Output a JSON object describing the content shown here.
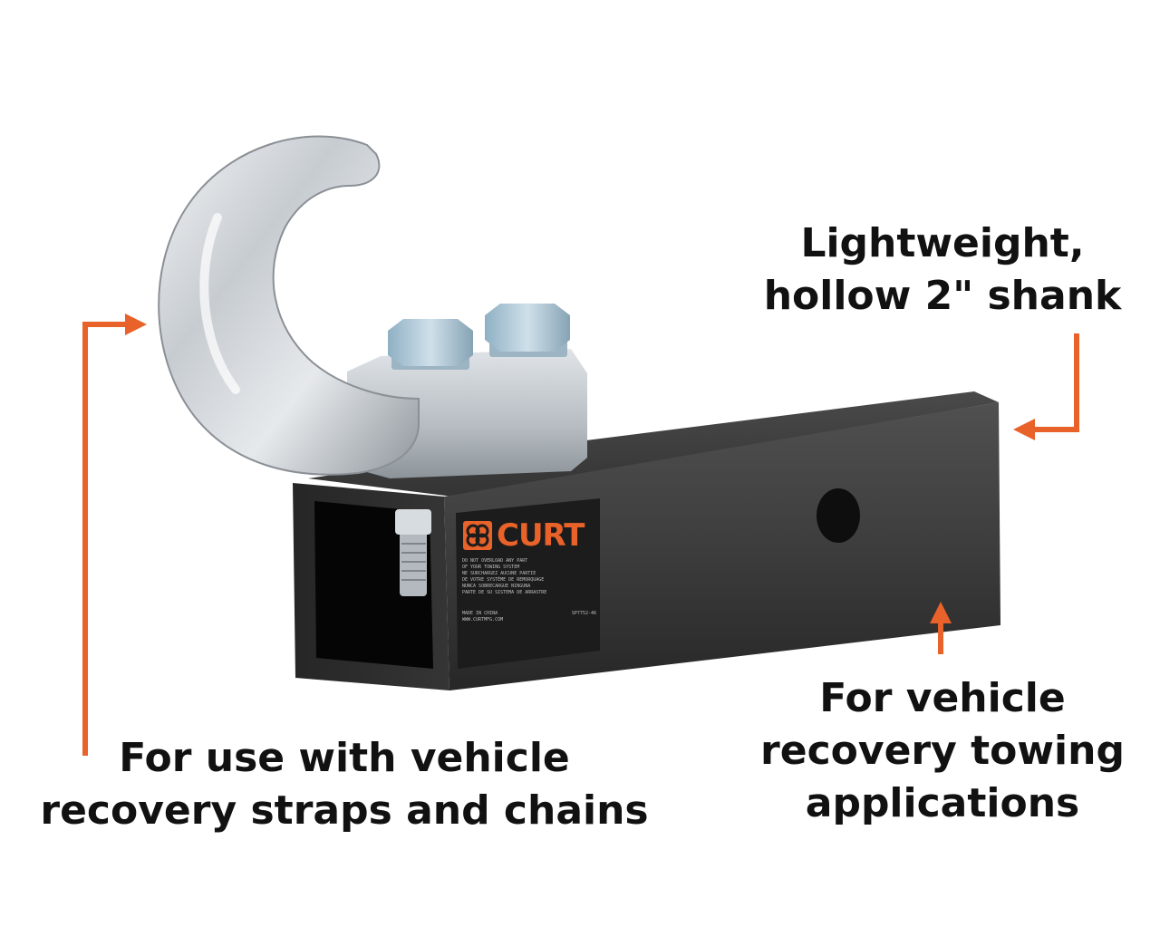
{
  "callouts": {
    "shank": {
      "line1": "Lightweight,",
      "line2": "hollow 2\" shank"
    },
    "straps": {
      "line1": "For use with vehicle",
      "line2": "recovery straps and chains"
    },
    "towing": {
      "line1": "For vehicle",
      "line2": "recovery towing",
      "line3": "applications"
    }
  },
  "product": {
    "brand": "CURT",
    "label_warning_lines": [
      "DO NOT OVERLOAD ANY PART",
      "OF YOUR TOWING SYSTEM",
      "NE SURCHARGEZ AUCUNE PARTIE",
      "DE VOTRE SYSTÈME DE REMORQUAGE",
      "NUNCA SOBRECARGUE NINGUNA",
      "PARTE DE SU SISTEMA DE ARRASTRE"
    ],
    "label_footer": "MADE IN CHINA",
    "label_url": "WWW.CURTMFG.COM",
    "label_code": "SP7752-46"
  },
  "colors": {
    "accent_orange": "#e8622a",
    "text": "#111111",
    "shank_black": "#2d2d2d",
    "chrome": "#c9cfd4",
    "bolt_blue": "#a9c3d4"
  },
  "icons": {
    "arrows": "orange-callout-arrow-icon",
    "logo": "curt-gear-logo-icon"
  }
}
